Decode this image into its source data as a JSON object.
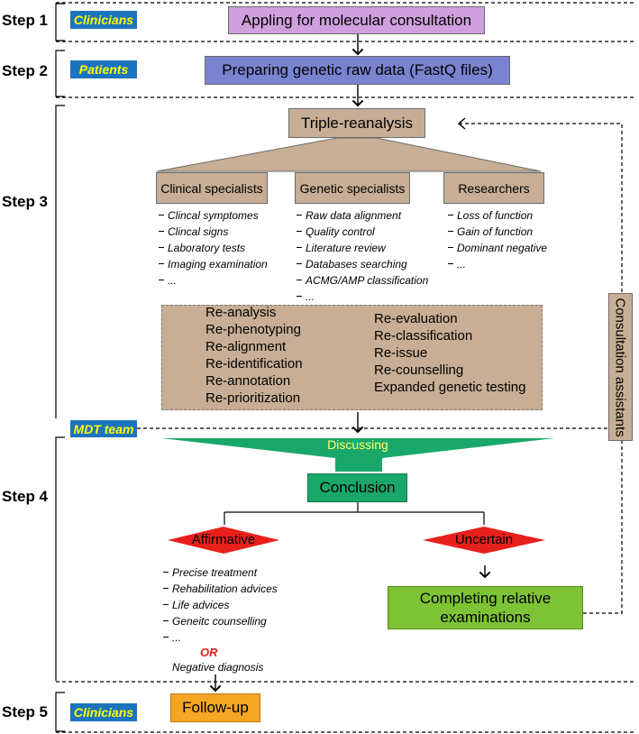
{
  "steps": {
    "s1": "Step 1",
    "s2": "Step 2",
    "s3": "Step 3",
    "s4": "Step 4",
    "s5": "Step 5"
  },
  "tags": {
    "clinicians_top": "Clinicians",
    "patients": "Patients",
    "mdt": "MDT team",
    "clinicians_bottom": "Clinicians"
  },
  "boxes": {
    "applying": "Appling for molecular consultation",
    "preparing": "Preparing genetic raw data (FastQ files)",
    "triple": "Triple-reanalysis",
    "clinical": "Clinical specialists",
    "genetic": "Genetic specialists",
    "researchers": "Researchers",
    "discussing": "Discussing",
    "conclusion": "Conclusion",
    "affirmative": "Affirmative",
    "uncertain": "Uncertain",
    "completing": "Completing relative examinations",
    "followup": "Follow-up",
    "consultation": "Consultation assistants"
  },
  "lists": {
    "clinical": [
      "Clincal symptomes",
      "Clincal signs",
      "Laboratory tests",
      "Imaging examination",
      "..."
    ],
    "genetic": [
      "Raw data alignment",
      "Quality control",
      "Literature review",
      "Databases searching",
      "ACMG/AMP classification",
      "..."
    ],
    "researchers": [
      "Loss of function",
      "Gain of function",
      "Dominant negative",
      "..."
    ],
    "affirmative": [
      "Precise treatment",
      "Rehabilitation advices",
      "Life advices",
      "Geneitc counselling",
      "..."
    ]
  },
  "re_left": [
    "Re-analysis",
    "Re-phenotyping",
    "Re-alignment",
    "Re-identification",
    "Re-annotation",
    "Re-prioritization"
  ],
  "re_right": [
    "Re-evaluation",
    "Re-classification",
    "Re-issue",
    "Re-counselling",
    "Expanded genetic testing"
  ],
  "or_text": "OR",
  "negative": "Negative diagnosis",
  "colors": {
    "tag_blue": "#1d74be",
    "tag_text": "#ffff00",
    "purple": "#cfa0dd",
    "blue": "#7a83cf",
    "tan": "#c7ae94",
    "green_dark": "#1aa86a",
    "green_light": "#7ec236",
    "red": "#e8201c",
    "orange": "#f5a623"
  }
}
